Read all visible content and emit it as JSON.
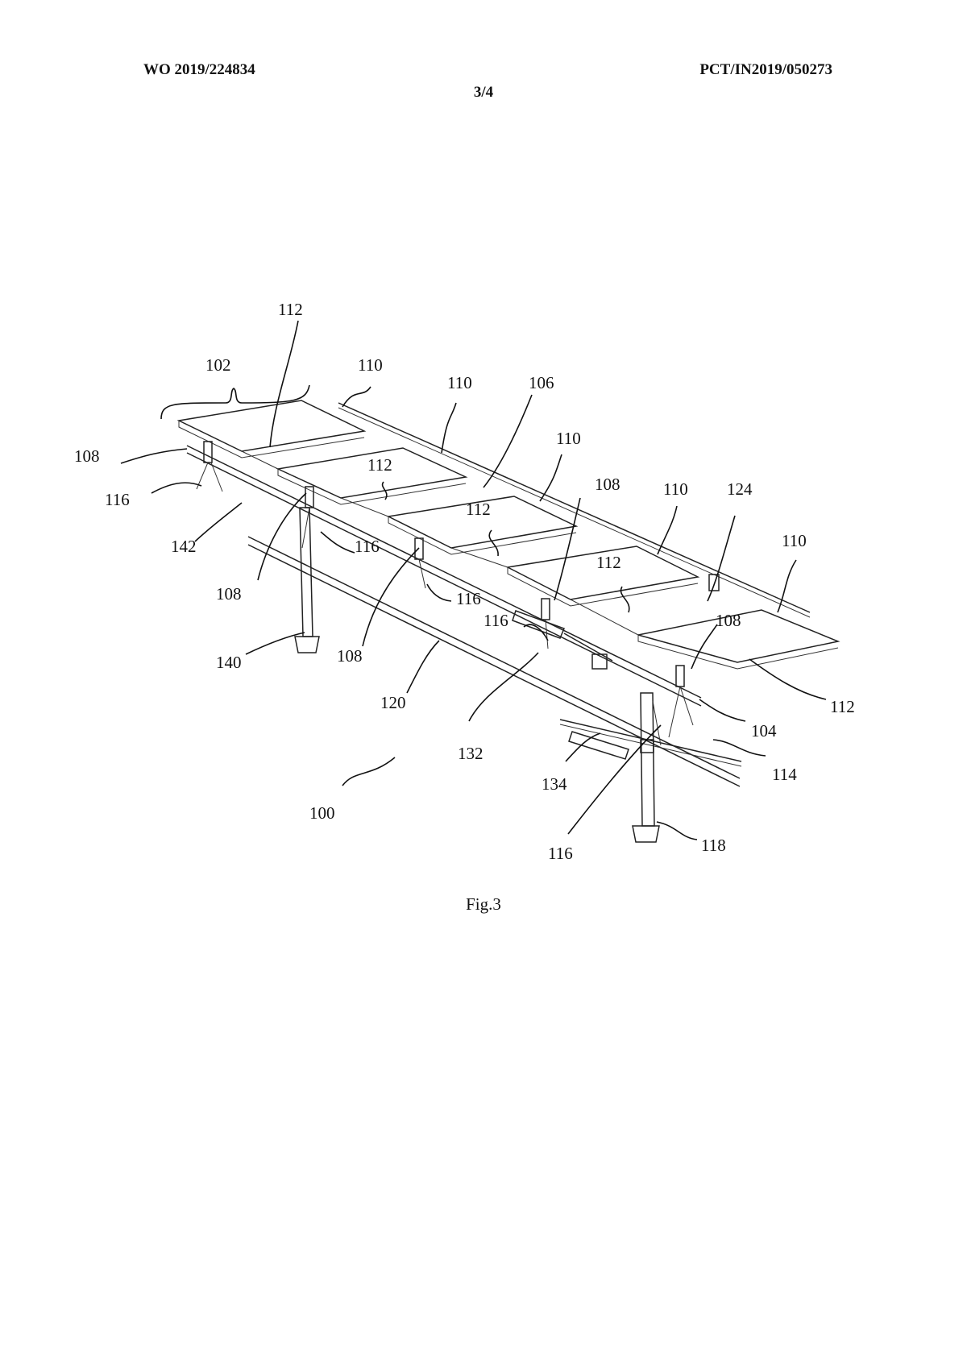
{
  "header": {
    "publication_number": "WO 2019/224834",
    "application_number": "PCT/IN2019/050273",
    "sheet": "3/4"
  },
  "figure": {
    "caption": "Fig.3",
    "labels": [
      {
        "id": "l112a",
        "text": "112"
      },
      {
        "id": "l102",
        "text": "102"
      },
      {
        "id": "l110a",
        "text": "110"
      },
      {
        "id": "l110b",
        "text": "110"
      },
      {
        "id": "l106",
        "text": "106"
      },
      {
        "id": "l110c",
        "text": "110"
      },
      {
        "id": "l108a",
        "text": "108"
      },
      {
        "id": "l112b",
        "text": "112"
      },
      {
        "id": "l108b",
        "text": "108"
      },
      {
        "id": "l110d",
        "text": "110"
      },
      {
        "id": "l124",
        "text": "124"
      },
      {
        "id": "l116a",
        "text": "116"
      },
      {
        "id": "l112c",
        "text": "112"
      },
      {
        "id": "l110e",
        "text": "110"
      },
      {
        "id": "l142",
        "text": "142"
      },
      {
        "id": "l116b",
        "text": "116"
      },
      {
        "id": "l112d",
        "text": "112"
      },
      {
        "id": "l108c",
        "text": "108"
      },
      {
        "id": "l116c",
        "text": "116"
      },
      {
        "id": "l116d",
        "text": "116"
      },
      {
        "id": "l108d",
        "text": "108"
      },
      {
        "id": "l140",
        "text": "140"
      },
      {
        "id": "l108e",
        "text": "108"
      },
      {
        "id": "l120",
        "text": "120"
      },
      {
        "id": "l112e",
        "text": "112"
      },
      {
        "id": "l104",
        "text": "104"
      },
      {
        "id": "l132",
        "text": "132"
      },
      {
        "id": "l114",
        "text": "114"
      },
      {
        "id": "l134",
        "text": "134"
      },
      {
        "id": "l100",
        "text": "100"
      },
      {
        "id": "l116e",
        "text": "116"
      },
      {
        "id": "l118",
        "text": "118"
      }
    ]
  }
}
